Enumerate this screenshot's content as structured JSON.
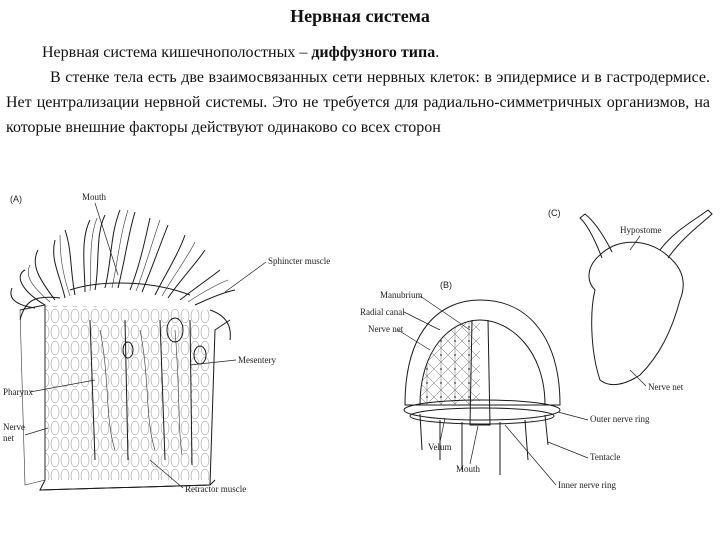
{
  "title": "Нервная система",
  "intro": {
    "text": "Нервная система кишечнополостных – ",
    "bold": "диффузного типа",
    "end": "."
  },
  "body": "В стенке тела есть две взаимосвязанных сети нервных клеток: в эпидермисе и в гастродермисе. Нет централизации нервной системы. Это не требуется для радиально-симметричных организмов, на которые внешние факторы действуют одинаково со всех сторон",
  "figure": {
    "A": {
      "letter": "(A)",
      "labels": {
        "mouth": "Mouth",
        "sphincter": "Sphincter muscle",
        "mesentery": "Mesentery",
        "pharynx": "Pharynx",
        "nerve1": "Nerve",
        "nerve2": "net",
        "retractor": "Retractor muscle"
      }
    },
    "B": {
      "letter": "(B)",
      "labels": {
        "manubrium": "Manubrium",
        "radial": "Radial canal",
        "nervenet": "Nerve net",
        "velum": "Velum",
        "mouth": "Mouth",
        "outer": "Outer nerve ring",
        "tentacle": "Tentacle",
        "inner": "Inner nerve ring"
      }
    },
    "C": {
      "letter": "(C)",
      "labels": {
        "hypostome": "Hypostome",
        "nervenet": "Nerve net"
      }
    }
  }
}
